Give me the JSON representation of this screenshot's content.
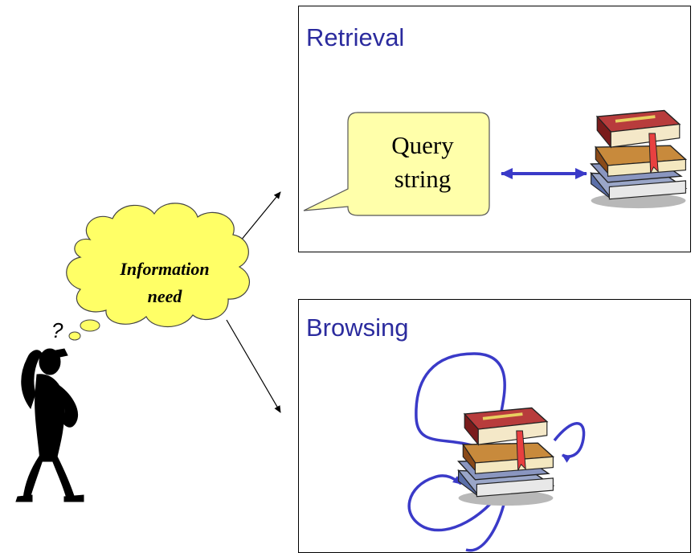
{
  "retrieval": {
    "title": "Retrieval",
    "query_line1": "Query",
    "query_line2": "string"
  },
  "browsing": {
    "title": "Browsing"
  },
  "thought": {
    "line1": "Information",
    "line2": "need",
    "question_mark": "?"
  },
  "colors": {
    "title_text": "#2b2b9e",
    "arrow_blue": "#3a3ac8",
    "bubble_fill": "#ffffaa",
    "cloud_fill": "#ffff66"
  },
  "icons": {
    "books": "book-stack-icon",
    "person": "thinking-person-icon"
  }
}
